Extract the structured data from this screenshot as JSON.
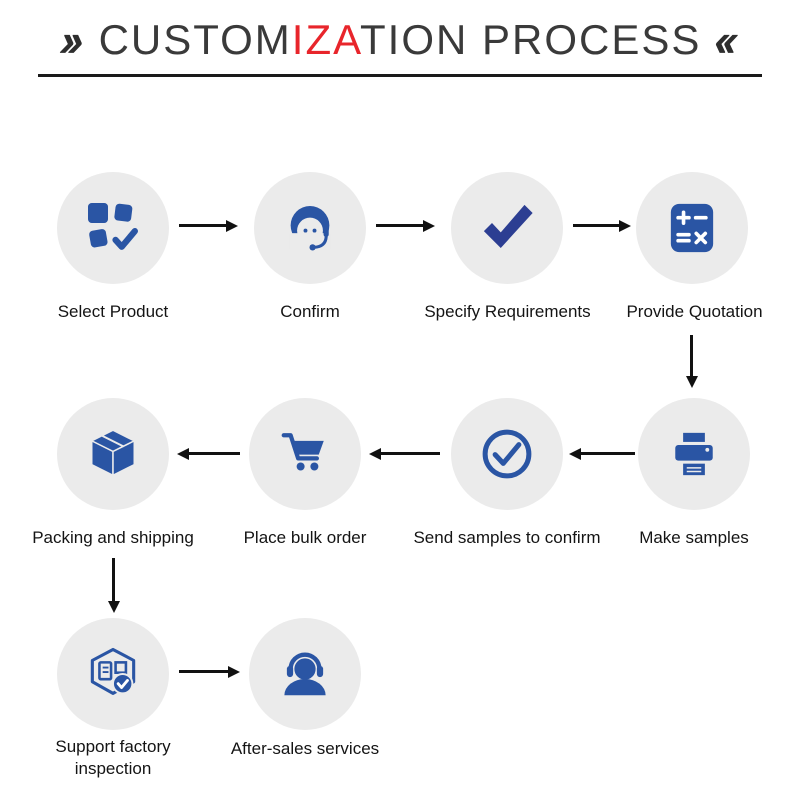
{
  "title": {
    "left_mark": "››",
    "right_mark": "‹‹",
    "segments": [
      {
        "text": "CUSTOM",
        "color": "#3a3a3a"
      },
      {
        "text": "IZA",
        "color": "#e8252b"
      },
      {
        "text": "TION PROCESS",
        "color": "#3a3a3a"
      }
    ]
  },
  "steps": [
    {
      "label": "Select Product",
      "icon": "grid-select-icon"
    },
    {
      "label": "Confirm",
      "icon": "customer-service-icon"
    },
    {
      "label": "Specify Requirements",
      "icon": "checkmark-icon"
    },
    {
      "label": "Provide Quotation",
      "icon": "calculator-icon"
    },
    {
      "label": "Make samples",
      "icon": "printer-icon"
    },
    {
      "label": "Send samples to confirm",
      "icon": "circle-check-icon"
    },
    {
      "label": "Place bulk order",
      "icon": "shopping-cart-icon"
    },
    {
      "label": "Packing and shipping",
      "icon": "package-box-icon"
    },
    {
      "label": "Support factory inspection",
      "icon": "factory-inspection-icon"
    },
    {
      "label": "After-sales services",
      "icon": "headset-person-icon"
    }
  ],
  "colors": {
    "icon_blue": "#2a55a4",
    "icon_navy": "#2c3e92",
    "circle_bg": "#ebebeb",
    "arrow": "#111111",
    "accent_red": "#e8252b"
  }
}
